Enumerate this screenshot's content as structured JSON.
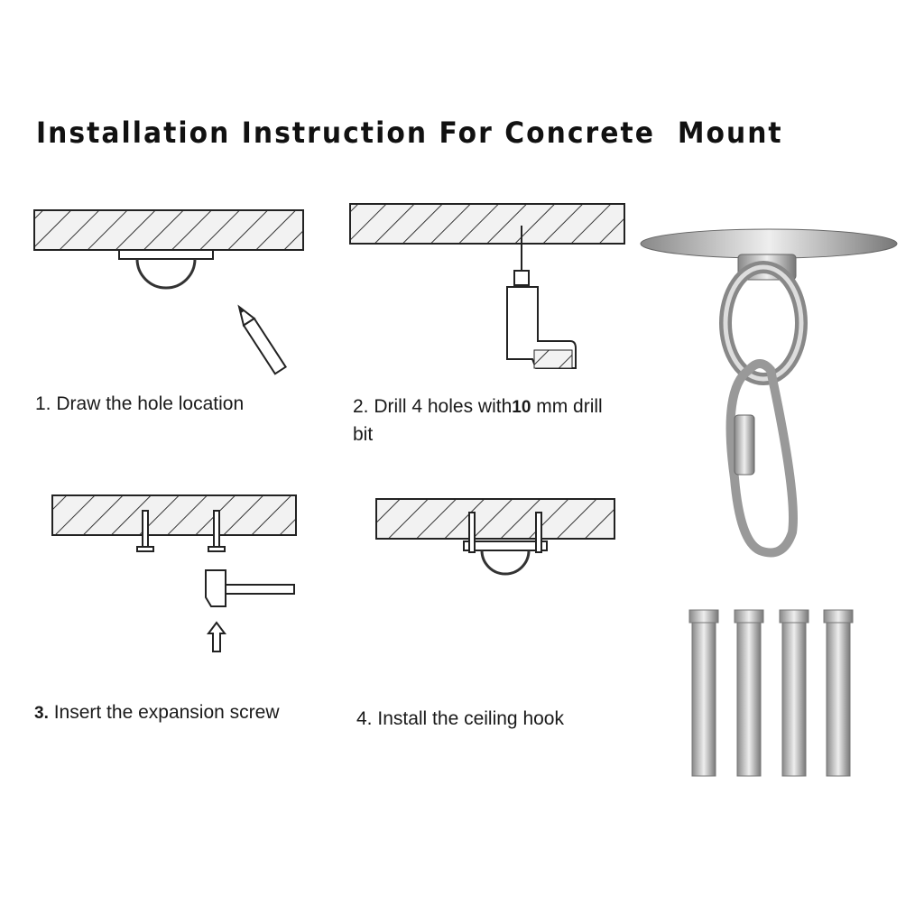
{
  "title": "Installation Instruction For Concrete  Mount",
  "steps": [
    {
      "number": "1.",
      "text": "Draw the hole location"
    },
    {
      "number": "2.",
      "text_before": "Drill 4 holes with",
      "size": "10",
      "text_after": "mm drill",
      "text_line2": "bit"
    },
    {
      "number": "3.",
      "text": "Insert the expansion screw"
    },
    {
      "number": "4.",
      "text": "Install the ceiling hook"
    }
  ]
}
